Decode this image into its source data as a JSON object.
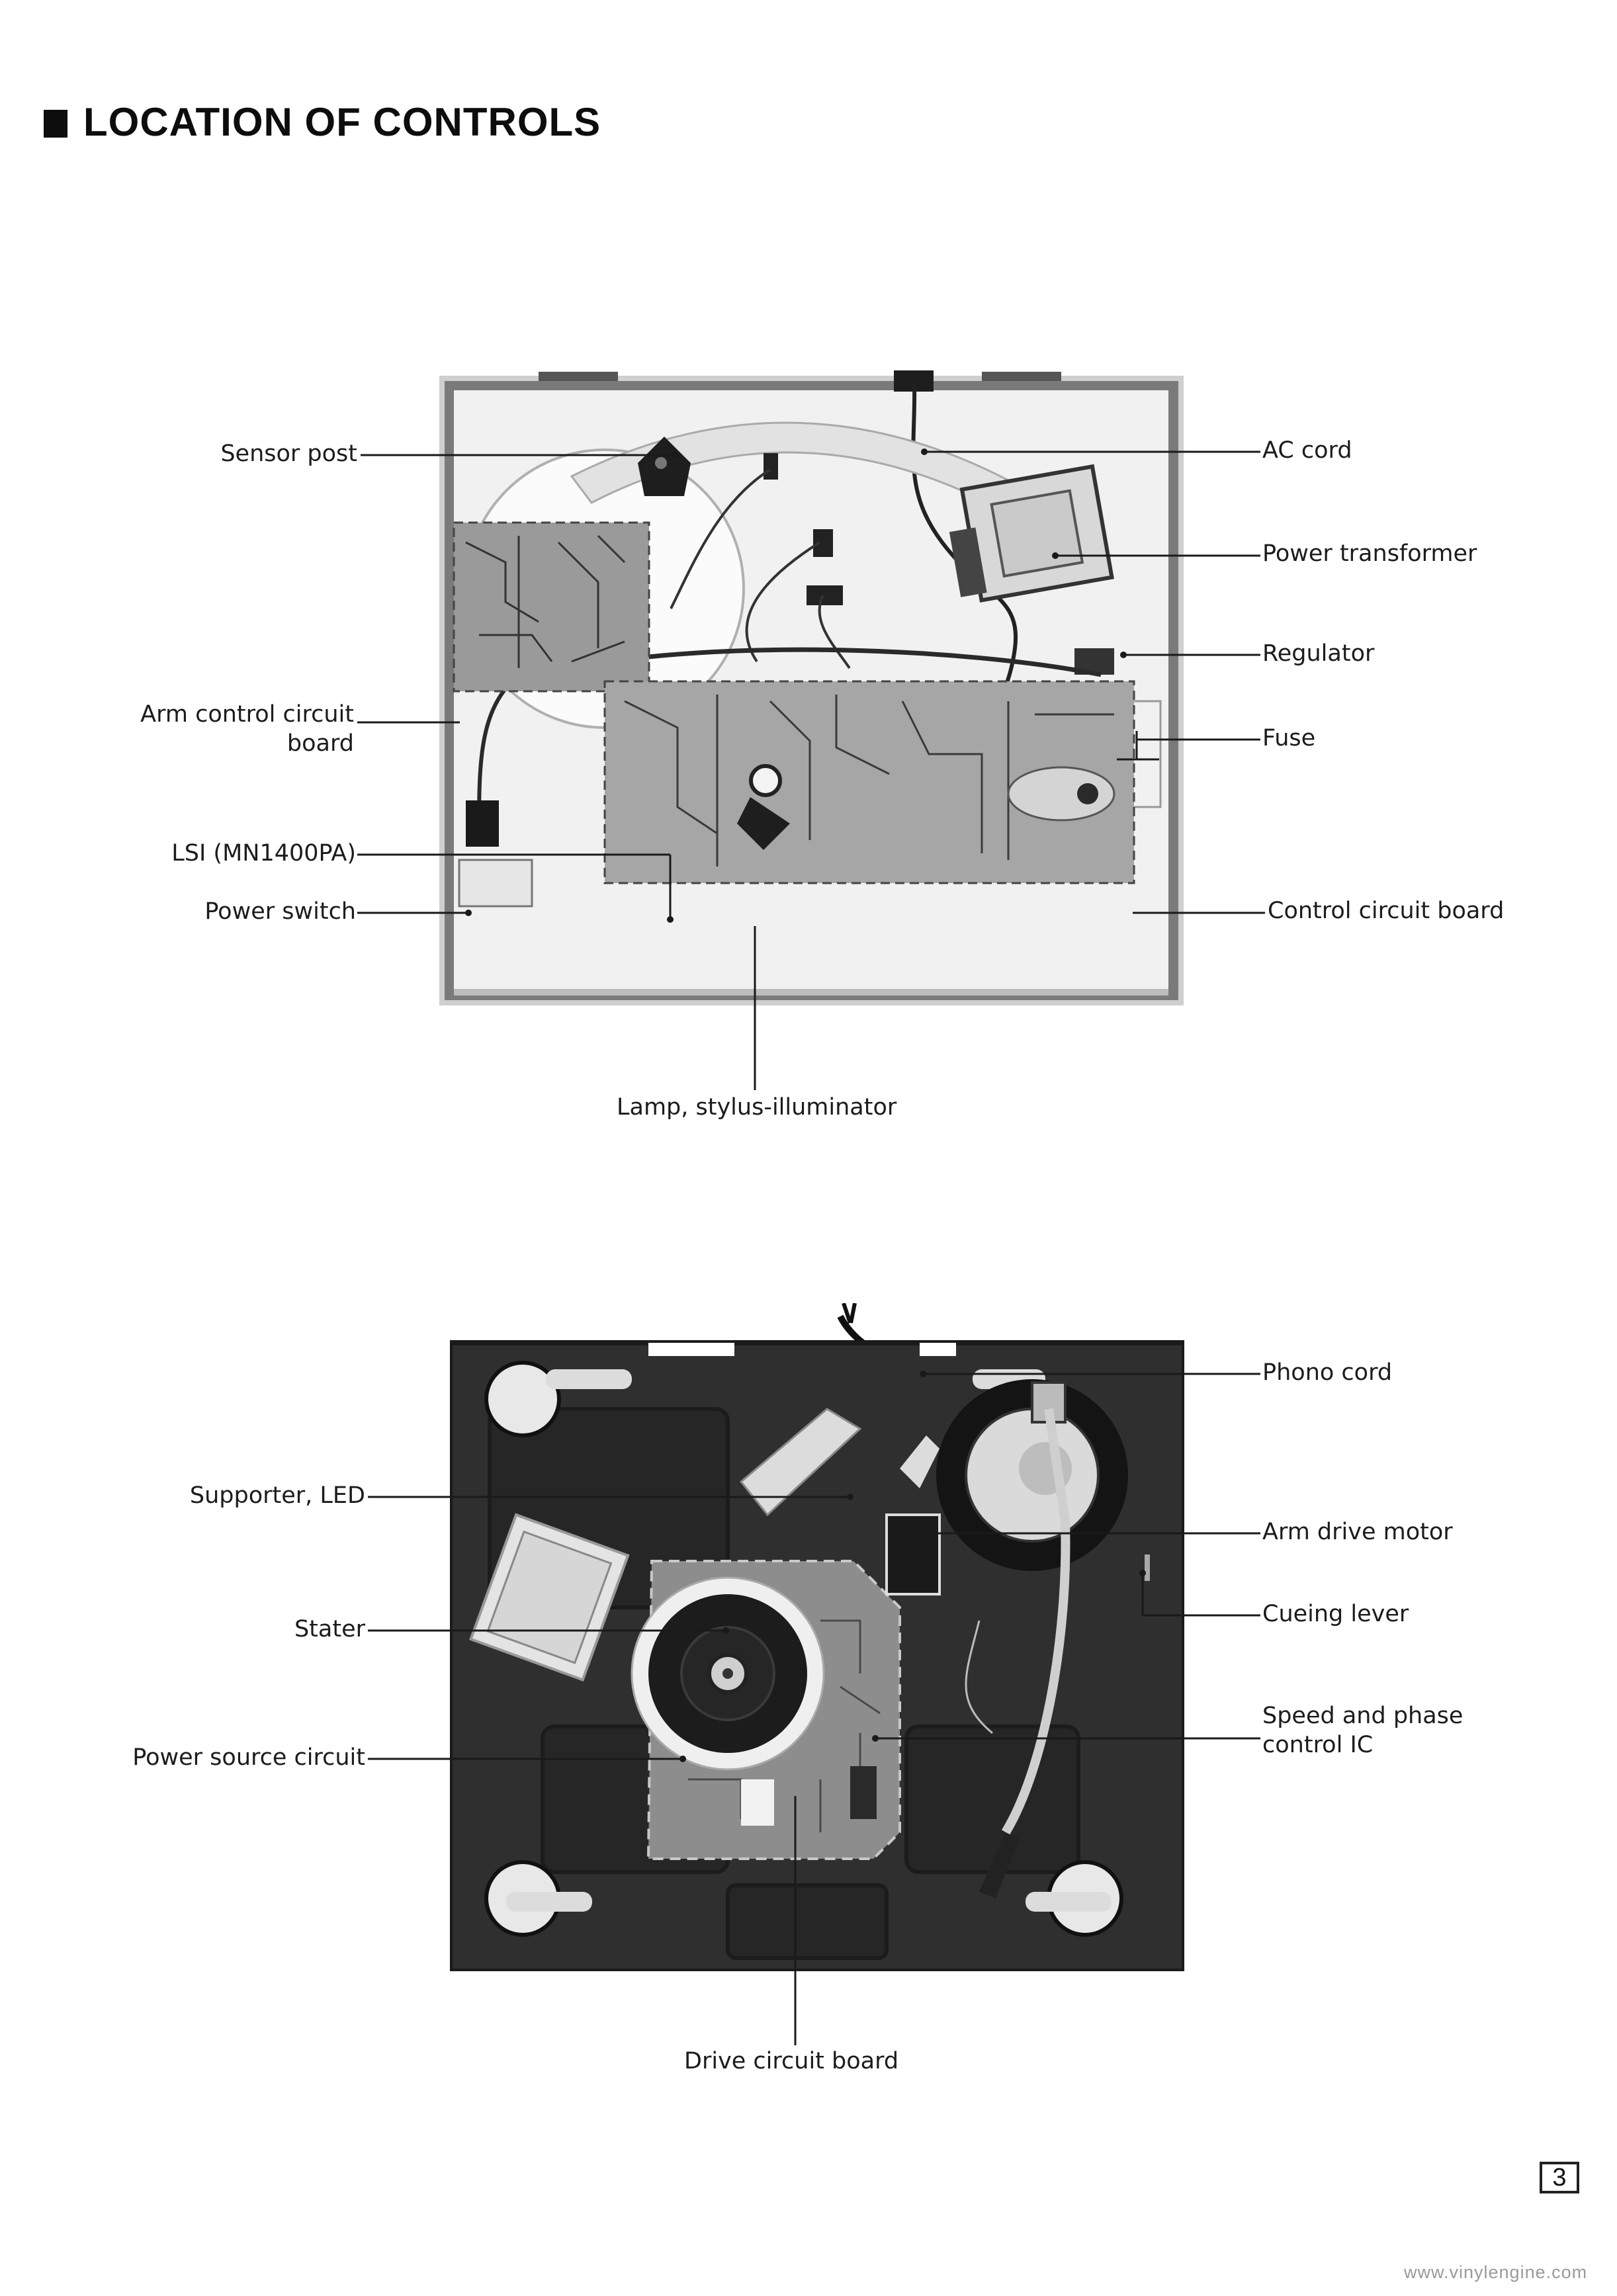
{
  "page": {
    "title": "LOCATION OF CONTROLS",
    "page_number": "3",
    "watermark": "www.vinylengine.com"
  },
  "figure_top": {
    "description": "Underside view with bottom cover removed (light chassis)",
    "labels_left": [
      {
        "text": "Sensor post"
      },
      {
        "line1": "Arm control circuit",
        "line2": "board"
      },
      {
        "text": "LSI (MN1400PA)"
      },
      {
        "text": "Power switch"
      }
    ],
    "labels_right": [
      {
        "text": "AC cord"
      },
      {
        "text": "Power transformer"
      },
      {
        "text": "Regulator"
      },
      {
        "text": "Fuse"
      },
      {
        "text": "Control circuit board"
      }
    ],
    "label_bottom": {
      "text": "Lamp, stylus-illuminator"
    }
  },
  "figure_bottom": {
    "description": "Chassis view with platter removed (dark chassis)",
    "labels_left": [
      {
        "text": "Supporter, LED"
      },
      {
        "text": "Stater"
      },
      {
        "text": "Power source circuit"
      }
    ],
    "labels_right": [
      {
        "text": "Phono cord"
      },
      {
        "text": "Arm drive motor"
      },
      {
        "text": "Cueing lever"
      },
      {
        "line1": "Speed and phase",
        "line2": "control IC"
      }
    ],
    "label_bottom": {
      "text": "Drive circuit board"
    }
  },
  "colors": {
    "ink": "#1a1a1a",
    "top_chassis": "#e9e9e9",
    "bottom_chassis": "#2b2b2b",
    "watermark": "#9a9a9a"
  }
}
